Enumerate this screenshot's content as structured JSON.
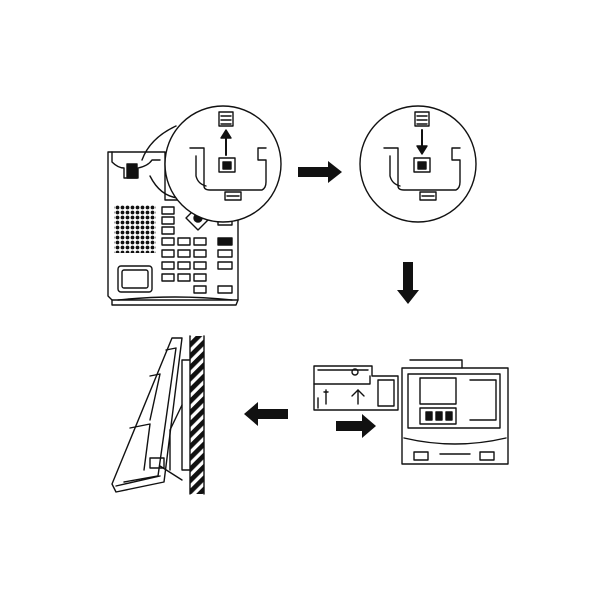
{
  "figure": {
    "background": "#ffffff",
    "ink": "#111111",
    "steps": [
      {
        "id": "step-1",
        "description_icon": "handset-hook-pull-out"
      },
      {
        "id": "step-2",
        "description_icon": "handset-hook-flip-insert"
      },
      {
        "id": "step-3",
        "description_icon": "wall-bracket-attach"
      },
      {
        "id": "step-4",
        "description_icon": "phone-mounted-on-wall"
      }
    ],
    "arrows": [
      {
        "id": "arrow-step1-to-step2",
        "direction": "right"
      },
      {
        "id": "arrow-step2-to-step3",
        "direction": "down"
      },
      {
        "id": "arrow-step3-to-step4",
        "direction": "left"
      },
      {
        "id": "arrow-bracket-slide",
        "direction": "right"
      }
    ]
  }
}
